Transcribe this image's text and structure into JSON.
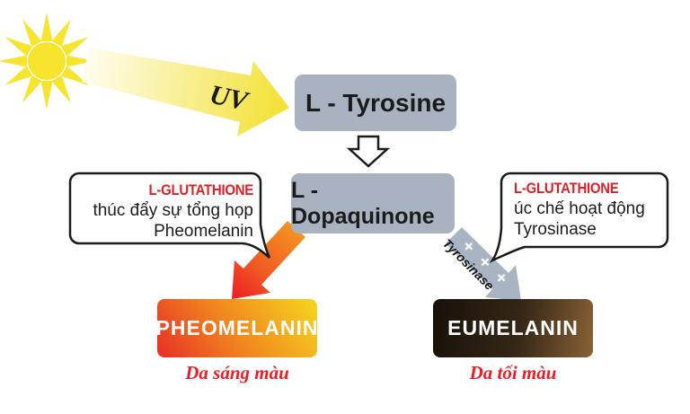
{
  "diagram": {
    "uv_label": "UV",
    "nodes": {
      "tyrosine": "L - Tyrosine",
      "dopaquinone": "L - Dopaquinone",
      "pheomelanin": "PHEOMELANIN",
      "eumelanin": "EUMELANIN"
    },
    "captions": {
      "pheomelanin": "Da sáng màu",
      "eumelanin": "Da tối màu"
    },
    "bubbles": {
      "left": {
        "title": "L-GLUTATHIONE",
        "line1": "thúc đẩy sự tổng họp",
        "line2": "Pheomelanin"
      },
      "right": {
        "title": "L-GLUTATHIONE",
        "line1": "úc chế hoạt động",
        "line2": "Tyrosinase"
      }
    },
    "enzyme_arrow": {
      "label": "Tyrosinase",
      "plus_signs": "+ + +"
    },
    "colors": {
      "node_box_gray": "#a8b2c0",
      "accent_red": "#d8232a",
      "caption_red": "#ec1c24",
      "sun_yellow": "#f6e42d",
      "orange_arrow_start": "#f59322",
      "orange_arrow_end": "#ed1c24",
      "pheomelanin_red": "#e92e25",
      "pheomelanin_yellow": "#f6d71e",
      "eumelanin_dark": "#171008",
      "eumelanin_light": "#8a6236",
      "enzyme_arrow_gray": "#a9b4c2"
    }
  }
}
